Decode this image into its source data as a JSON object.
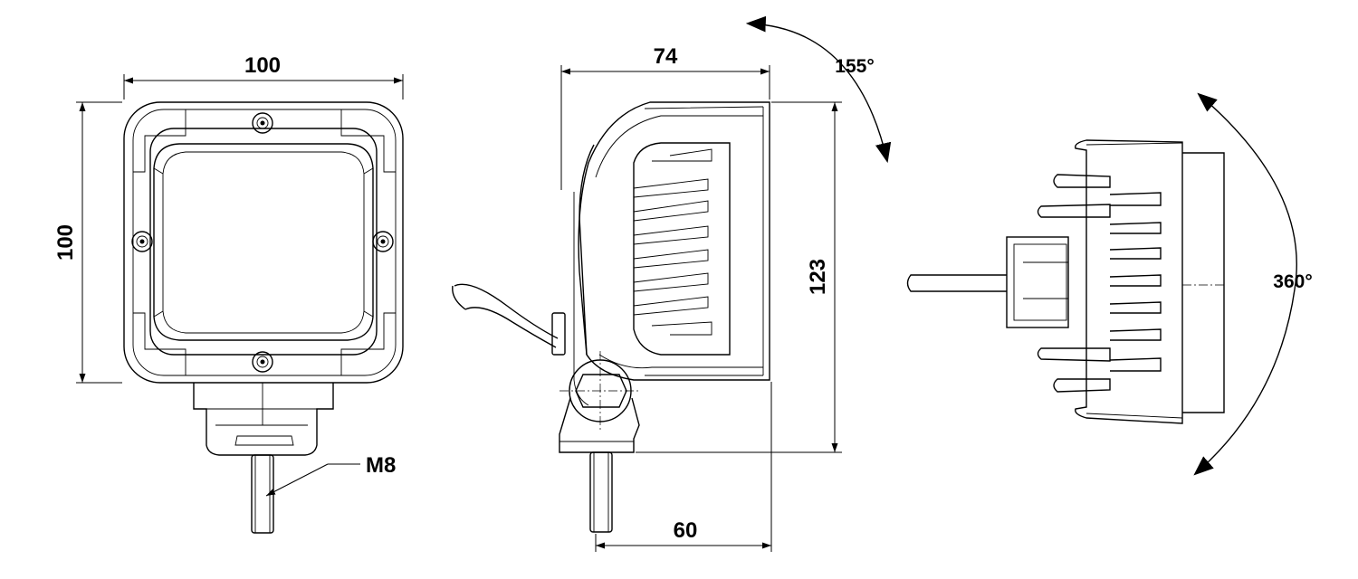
{
  "dimensions": {
    "front_width": "100",
    "front_height": "100",
    "side_depth": "74",
    "side_height": "123",
    "bracket_depth": "60",
    "tilt_angle": "155°",
    "rotation_angle": "360°",
    "thread": "M8"
  }
}
